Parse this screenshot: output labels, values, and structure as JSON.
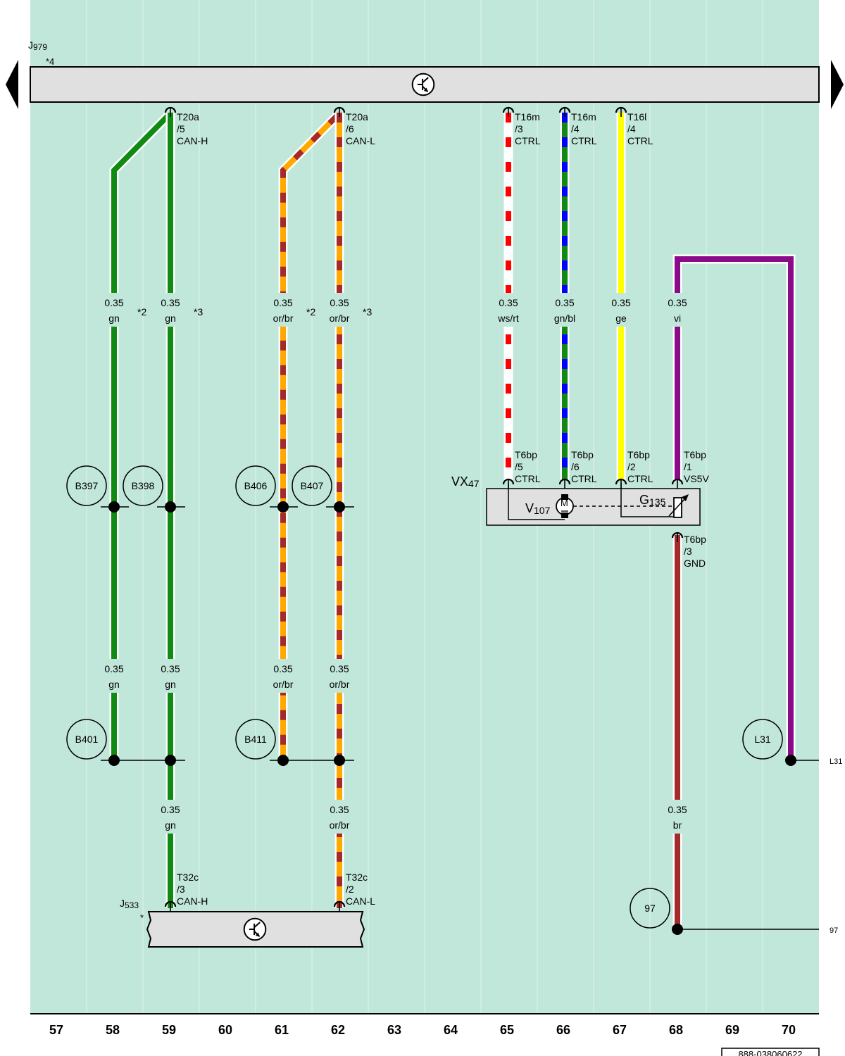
{
  "components": {
    "j979": {
      "name": "J",
      "sub": "979",
      "note": "*4"
    },
    "j533": {
      "name": "J",
      "sub": "533",
      "note": "*"
    },
    "vx47": {
      "name": "VX",
      "sub": "47"
    },
    "v107": {
      "name": "V",
      "sub": "107",
      "motor_symbol": "M"
    },
    "g135": {
      "name": "G",
      "sub": "135"
    }
  },
  "connectors": {
    "t20a_5": [
      "T20a",
      "/5",
      "CAN-H"
    ],
    "t20a_6": [
      "T20a",
      "/6",
      "CAN-L"
    ],
    "t16m_3": [
      "T16m",
      "/3",
      "CTRL"
    ],
    "t16m_4": [
      "T16m",
      "/4",
      "CTRL"
    ],
    "t16l_4": [
      "T16l",
      "/4",
      "CTRL"
    ],
    "t6bp_5": [
      "T6bp",
      "/5",
      "CTRL"
    ],
    "t6bp_6": [
      "T6bp",
      "/6",
      "CTRL"
    ],
    "t6bp_2": [
      "T6bp",
      "/2",
      "CTRL"
    ],
    "t6bp_1": [
      "T6bp",
      "/1",
      "VS5V"
    ],
    "t6bp_3": [
      "T6bp",
      "/3",
      "GND"
    ],
    "t32c_3": [
      "T32c",
      "/3",
      "CAN-H"
    ],
    "t32c_2": [
      "T32c",
      "/2",
      "CAN-L"
    ]
  },
  "wires": {
    "w58_top": [
      "0.35",
      "gn"
    ],
    "w59_top": [
      "0.35",
      "gn"
    ],
    "w61_top": [
      "0.35",
      "or/br"
    ],
    "w62_top": [
      "0.35",
      "or/br"
    ],
    "w65": [
      "0.35",
      "ws/rt"
    ],
    "w66": [
      "0.35",
      "gn/bl"
    ],
    "w67": [
      "0.35",
      "ge"
    ],
    "w68_top": [
      "0.35",
      "vi"
    ],
    "w58_mid": [
      "0.35",
      "gn"
    ],
    "w59_mid": [
      "0.35",
      "gn"
    ],
    "w61_mid": [
      "0.35",
      "or/br"
    ],
    "w62_mid": [
      "0.35",
      "or/br"
    ],
    "w59_bot": [
      "0.35",
      "gn"
    ],
    "w62_bot": [
      "0.35",
      "or/br"
    ],
    "w68_bot": [
      "0.35",
      "br"
    ]
  },
  "footnotes": {
    "f58": "*2",
    "f59": "*3",
    "f61": "*2",
    "f62": "*3"
  },
  "splices": {
    "b397": "B397",
    "b398": "B398",
    "b406": "B406",
    "b407": "B407",
    "b401": "B401",
    "b411": "B411",
    "l31": "L31",
    "g97": "97"
  },
  "edge_refs": {
    "l31": "L31",
    "g97": "97"
  },
  "grid_numbers": [
    "57",
    "58",
    "59",
    "60",
    "61",
    "62",
    "63",
    "64",
    "65",
    "66",
    "67",
    "68",
    "69",
    "70"
  ],
  "doc_id": "888-038060622",
  "colors": {
    "background": "#c1e6da",
    "green": "#0f8a12",
    "orange": "#ffa800",
    "brown": "#a52a2a",
    "red": "#ff0000",
    "blue": "#0000ff",
    "yellow": "#ffff00",
    "violet": "#8a0a8a",
    "white": "#ffffff",
    "box_fill": "#e0e0e0"
  }
}
